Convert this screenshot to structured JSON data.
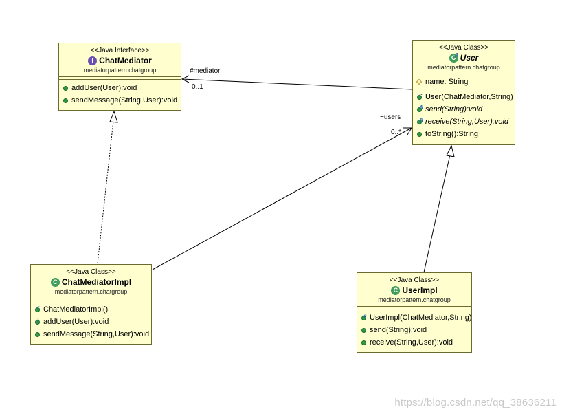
{
  "classes": {
    "chatmediator": {
      "stereotype": "<<Java Interface>>",
      "name": "ChatMediator",
      "package": "mediatorpattern.chatgroup",
      "methods": [
        "addUser(User):void",
        "sendMessage(String,User):void"
      ]
    },
    "user": {
      "stereotype": "<<Java Class>>",
      "name": "User",
      "package": "mediatorpattern.chatgroup",
      "fields": [
        "name: String"
      ],
      "methods": [
        "User(ChatMediator,String)",
        "send(String):void",
        "receive(String,User):void",
        "toString():String"
      ]
    },
    "chatmediatorimpl": {
      "stereotype": "<<Java Class>>",
      "name": "ChatMediatorImpl",
      "package": "mediatorpattern.chatgroup",
      "methods": [
        "ChatMediatorImpl()",
        "addUser(User):void",
        "sendMessage(String,User):void"
      ]
    },
    "userimpl": {
      "stereotype": "<<Java Class>>",
      "name": "UserImpl",
      "package": "mediatorpattern.chatgroup",
      "methods": [
        "UserImpl(ChatMediator,String)",
        "send(String):void",
        "receive(String,User):void"
      ]
    }
  },
  "associations": {
    "mediator": {
      "role": "#mediator",
      "multiplicity": "0..1"
    },
    "users": {
      "role": "~users",
      "multiplicity": "0..*"
    }
  },
  "icon_letters": {
    "class": "C",
    "interface": "I",
    "constructor": "c",
    "abstract": "A",
    "final": "F"
  },
  "watermark": "https://blog.csdn.net/qq_38636211",
  "colors": {
    "box_fill": "#fefecf",
    "box_border": "#6b6b2f",
    "public_method": "#2e9a43"
  }
}
